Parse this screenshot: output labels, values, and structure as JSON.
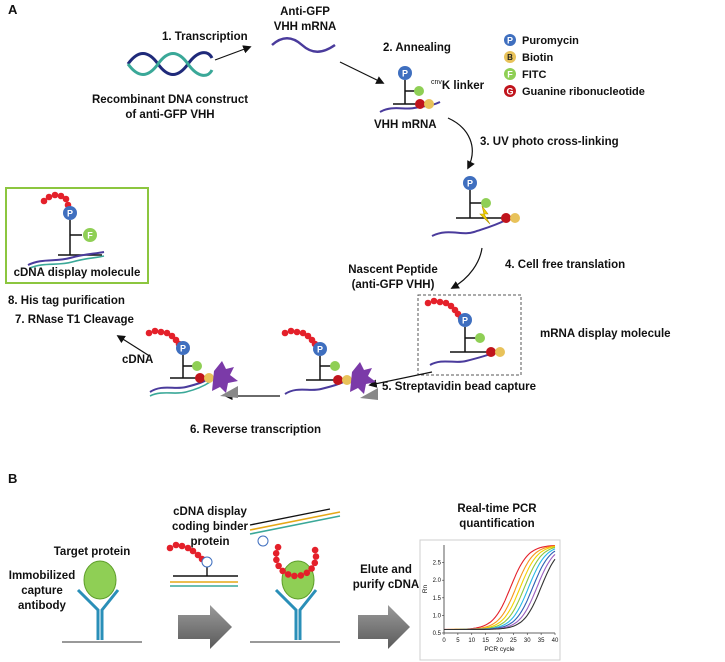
{
  "panels": {
    "a": "A",
    "b": "B"
  },
  "legend": {
    "items": [
      {
        "symbol": "P",
        "label": "Puromycin",
        "color": "#3f6fbf"
      },
      {
        "symbol": "B",
        "label": "Biotin",
        "color": "#e8c25a"
      },
      {
        "symbol": "F",
        "label": "FITC",
        "color": "#8fcf55"
      },
      {
        "symbol": "G",
        "label": "Guanine ribonucleotide",
        "color": "#c0141c"
      }
    ]
  },
  "panel_a": {
    "dna_label_1": "Recombinant DNA construct",
    "dna_label_2": "of anti-GFP VHH",
    "mrna_label_1": "Anti-GFP",
    "mrna_label_2": "VHH mRNA",
    "step1": "1. Transcription",
    "step2": "2. Annealing",
    "linker_sup": "cnv",
    "linker": "K linker",
    "vhh_mrna": "VHH mRNA",
    "step3": "3. UV photo cross-linking",
    "step4": "4. Cell free translation",
    "nascent_1": "Nascent Peptide",
    "nascent_2": "(anti-GFP VHH)",
    "mrna_display": "mRNA display molecule",
    "step5": "5. Streptavidin bead capture",
    "step6": "6. Reverse transcription",
    "cdna": "cDNA",
    "step8": "8. His tag purification",
    "step7": "7. RNase T1 Cleavage",
    "cdna_display": "cDNA display molecule"
  },
  "panel_b": {
    "target_protein": "Target protein",
    "immob_1": "Immobilized",
    "immob_2": "capture",
    "immob_3": "antibody",
    "cdna_disp_1": "cDNA display",
    "cdna_disp_2": "coding binder",
    "cdna_disp_3": "protein",
    "elute_1": "Elute and",
    "elute_2": "purify cDNA",
    "rtpcr_1": "Real-time PCR",
    "rtpcr_2": "quantification"
  },
  "chart_data": {
    "type": "line",
    "xlabel": "PCR cycle",
    "ylabel": "Rn",
    "xlim": [
      0,
      40
    ],
    "ylim": [
      0.5,
      3.0
    ],
    "x_ticks": [
      0,
      5,
      10,
      15,
      20,
      25,
      30,
      35,
      40
    ],
    "y_ticks": [
      0.5,
      1.0,
      1.5,
      2.0,
      2.5
    ],
    "grid": false,
    "series": [
      {
        "midpoint": 24,
        "color": "#e4202a"
      },
      {
        "midpoint": 26,
        "color": "#f7941d"
      },
      {
        "midpoint": 27.5,
        "color": "#f2d200"
      },
      {
        "midpoint": 29,
        "color": "#8cc63f"
      },
      {
        "midpoint": 30.5,
        "color": "#27b8e6"
      },
      {
        "midpoint": 32,
        "color": "#2e5fb4"
      },
      {
        "midpoint": 33.5,
        "color": "#9b5fc0"
      },
      {
        "midpoint": 35,
        "color": "#333333"
      }
    ],
    "baseline": 0.6,
    "plateau": 3.0,
    "steepness": 0.32
  }
}
